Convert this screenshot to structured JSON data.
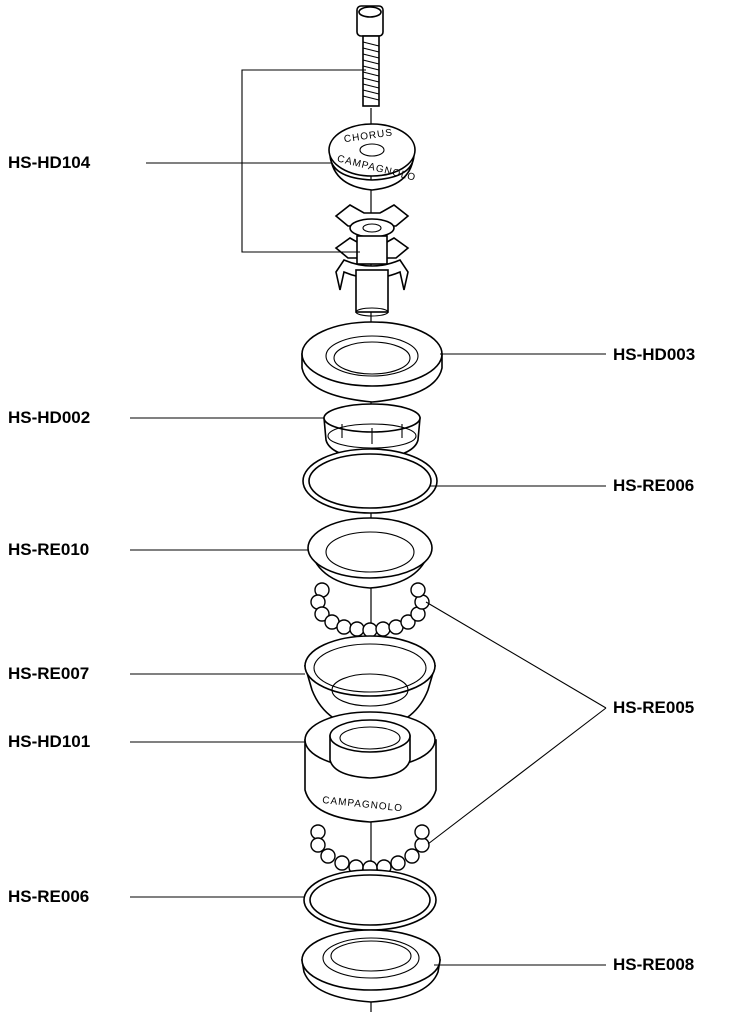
{
  "colors": {
    "line": "#000000",
    "background": "#ffffff"
  },
  "labels": {
    "bolt_assembly": "HS-HD104",
    "top_race": "HS-HD003",
    "centering_ring": "HS-HD002",
    "seal_upper": "HS-RE006",
    "cup_upper": "HS-RE010",
    "upper_bearing_cup": "HS-RE007",
    "bearings": "HS-RE005",
    "lower_cup": "HS-HD101",
    "seal_lower": "HS-RE006",
    "crown_race": "HS-RE008"
  },
  "engravings": {
    "cap_top": "CHORUS",
    "cap_side": "CAMPAGNOLO",
    "cup_side": "CAMPAGNOLO"
  }
}
